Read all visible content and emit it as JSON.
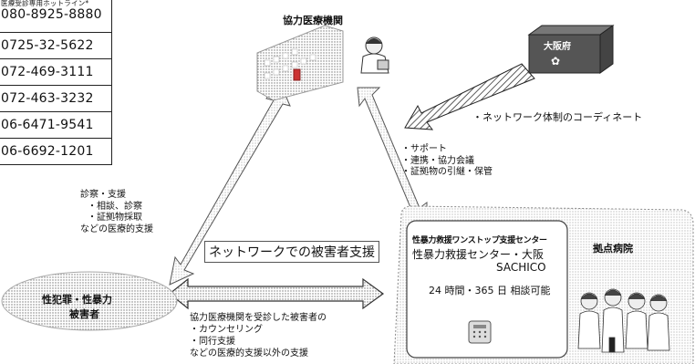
{
  "hotline": {
    "title": "医療受診専用ホットライン*",
    "numbers": [
      "080-8925-8880",
      "0725-32-5622",
      "072-469-3111",
      "072-463-3232",
      "06-6471-9541",
      "06-6692-1201"
    ]
  },
  "nodes": {
    "cooperating_hospital": "協力医療機関",
    "osaka_prefecture": "大阪府",
    "victim_line1": "性犯罪・性暴力",
    "victim_line2": "被害者",
    "center_header": "性暴力救援ワンストップ支援センター",
    "center_name_line1": "性暴力救援センター・大阪",
    "center_name_line2": "SACHICO",
    "center_hours": "24 時間・365 日 相談可能",
    "base_hospital": "拠点病院"
  },
  "annotations": {
    "coordinate": "・ネットワーク体制のコーディネート",
    "center_hospital": [
      "・サポート",
      "・連携・協力会議",
      "・証拠物の引継・保管"
    ],
    "hospital_victim": [
      "診察・支援",
      "・相談、診察",
      "・証拠物採取",
      "などの医療的支援"
    ],
    "network_support": "ネットワークでの被害者支援",
    "center_victim": [
      "協力医療機関を受診した被害者の",
      "・カウンセリング",
      "・同行支援",
      "などの医療的支援以外の支援"
    ]
  }
}
